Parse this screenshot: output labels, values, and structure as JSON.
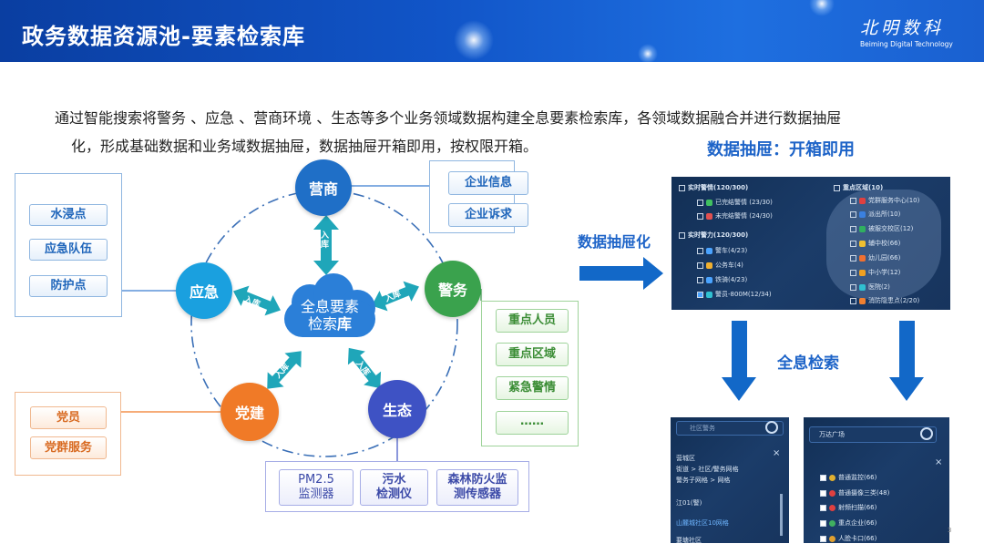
{
  "header": {
    "title": "政务数据资源池-要素检索库",
    "logo_cn": "北明数科",
    "logo_en": "Beiming Digital Technology"
  },
  "intro": {
    "line1": "通过智能搜索将警务 、应急 、营商环境 、生态等多个业务领域数据构建全息要素检索库，各领域数据融合并进行数据抽屉",
    "line2": "化，形成基础数据和业务域数据抽屉，数据抽屉开箱即用，按权限开箱。"
  },
  "diagram": {
    "center": {
      "line1": "全息要素",
      "line2": "检索",
      "line2_bold": "库"
    },
    "nodes": {
      "yingshang": "营商",
      "jingwu": "警务",
      "shengtai": "生态",
      "dangjian": "党建",
      "yingji": "应急"
    },
    "arrow_label": "入库",
    "yingshang_items": [
      "企业信息",
      "企业诉求"
    ],
    "yingji_items": [
      "水浸点",
      "应急队伍",
      "防护点"
    ],
    "jingwu_items": [
      "重点人员",
      "重点区域",
      "紧急警情",
      "……"
    ],
    "dangjian_items": [
      "党员",
      "党群服务"
    ],
    "shengtai_items": [
      {
        "l1": "PM2.5",
        "l2": "监测器"
      },
      {
        "l1": "污水",
        "l2": "检测仪"
      },
      {
        "l1": "森林防火监",
        "l2": "测传感器"
      }
    ],
    "colors": {
      "yingshang": "#1f6fc7",
      "jingwu": "#3aa24d",
      "shengtai": "#3e52c4",
      "dangjian": "#f07a27",
      "yingji": "#1aa0df",
      "center": "#2b7fd8"
    }
  },
  "right": {
    "drawer_title": "数据抽屉：开箱即用",
    "drawer_label": "数据抽屉化",
    "search_label": "全息检索",
    "shot1": {
      "group1": "实时警情(120/300)",
      "group1_items": [
        "已完结警情 (23/30)",
        "未完结警情 (24/30)"
      ],
      "group2": "实时警力(120/300)",
      "group2_items": [
        "警车(4/23)",
        "公务车(4)",
        "铁骑(4/23)",
        "警员-800M(12/34)"
      ],
      "group3": "重点区域(10)",
      "group3_items": [
        "党群服务中心(10)",
        "派出所(10)",
        "被服交校区(12)",
        "辅中校(66)",
        "幼儿园(66)",
        "中小学(12)",
        "医院(2)",
        "消防隐患点(2/20)"
      ]
    },
    "shot2": {
      "search": "社区警务",
      "l1": "营城区",
      "l2": "街道 > 社区/警务网格",
      "l3": "警务子网格 > 网格",
      "l4": "江01(警)",
      "l5": "山麓城社区10网格",
      "l6": "要塘社区"
    },
    "shot3": {
      "search": "万达广场",
      "items": [
        "普通监控(66)",
        "普通摄像三类(48)",
        "射频扫描(66)",
        "重点企业(66)",
        "人脸卡口(66)"
      ]
    }
  },
  "page_number": "3"
}
